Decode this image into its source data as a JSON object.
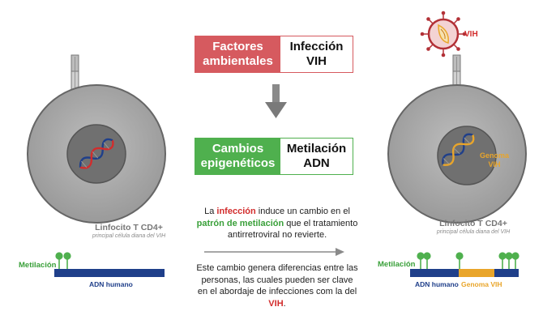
{
  "top_box": {
    "left": "Factores ambientales",
    "right": "Infección VIH"
  },
  "mid_box": {
    "left": "Cambios epigenéticos",
    "right": "Metilación ADN"
  },
  "paragraph1": {
    "t1": "La ",
    "t2": "infección",
    "t3": " induce un cambio en el ",
    "t4": "patrón de metilación",
    "t5": " que el tratamiento antirretroviral no revierte."
  },
  "paragraph2": {
    "t1": "Este cambio genera diferencias entre las personas, las cuales pueden ser clave en el abordaje de infecciones com la del ",
    "t2": "VIH",
    "t3": "."
  },
  "left_cell": {
    "label": "Linfocito T CD4+",
    "sub": "principal célula diana del VIH"
  },
  "right_cell": {
    "label": "Linfocito T CD4+",
    "sub": "principal célula diana del VIH"
  },
  "left_strand": {
    "meth_label": "Metilación",
    "dna_label": "ADN humano"
  },
  "right_strand": {
    "meth_label": "Metilación",
    "dna_label": "ADN humano",
    "genome_label": "Genoma VIH"
  },
  "genome_in_nucleus": "Genoma VIH",
  "virus_label": "VIH",
  "colors": {
    "red": "#d65a5f",
    "green": "#4fb04e",
    "dna_blue": "#1f3f8a",
    "hiv_orange": "#e9a52a",
    "cell_gray": "#8f8f8f"
  }
}
